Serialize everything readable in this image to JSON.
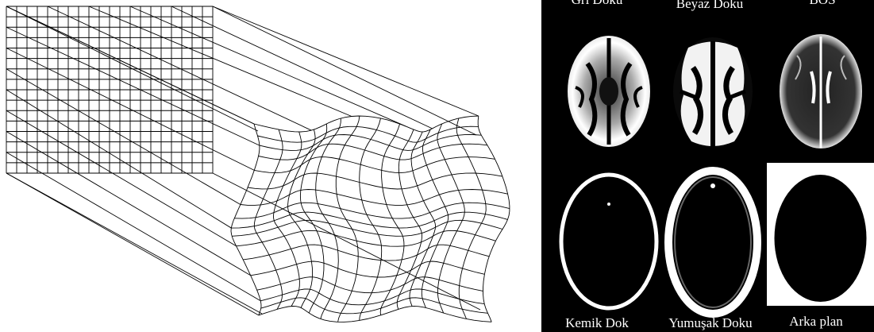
{
  "figure": {
    "tissue_panels": [
      {
        "label": "Gri Doku",
        "kind": "brain",
        "style": "gm"
      },
      {
        "label": "Beyaz Doku",
        "kind": "brain",
        "style": "wm"
      },
      {
        "label": "BOS",
        "kind": "brain",
        "style": "csf"
      },
      {
        "label": "Kemik Dok",
        "kind": "skull",
        "style": "bone"
      },
      {
        "label": "Yumuşak Doku",
        "kind": "skull",
        "style": "soft"
      },
      {
        "label": "Arka plan",
        "kind": "background",
        "style": "bg"
      }
    ],
    "colors": {
      "line": "#000000",
      "panel_bg": "#000000",
      "tissue": "#ffffff"
    }
  }
}
